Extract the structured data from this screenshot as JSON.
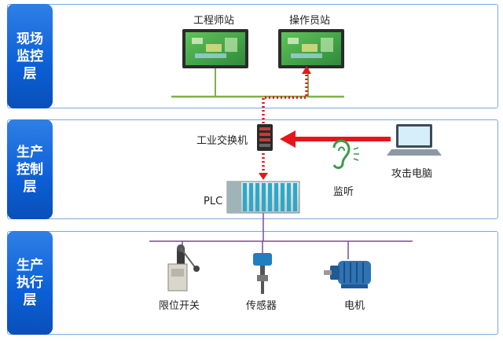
{
  "layers": [
    {
      "label": "现场\n监控\n层"
    },
    {
      "label": "生产\n控制\n层"
    },
    {
      "label": "生产\n执行\n层"
    }
  ],
  "nodes": {
    "engineer_station": "工程师站",
    "operator_station": "操作员站",
    "industrial_switch": "工业交换机",
    "attack_pc": "攻击电脑",
    "listen": "监听",
    "plc": "PLC",
    "limit_switch": "限位开关",
    "sensor": "传感器",
    "motor": "电机"
  },
  "colors": {
    "tab_blue": "#0b5fd6",
    "layer_border": "#7aa8e0",
    "attack_red": "#e8141c",
    "bus_green": "#7cb14a",
    "bus_purple": "#7a4a9c",
    "monitor_green": "#3a9a46"
  },
  "icons": [
    "monitor-icon",
    "switch-icon",
    "laptop-icon",
    "ear-icon",
    "plc-icon",
    "limit-switch-icon",
    "sensor-icon",
    "motor-icon"
  ]
}
